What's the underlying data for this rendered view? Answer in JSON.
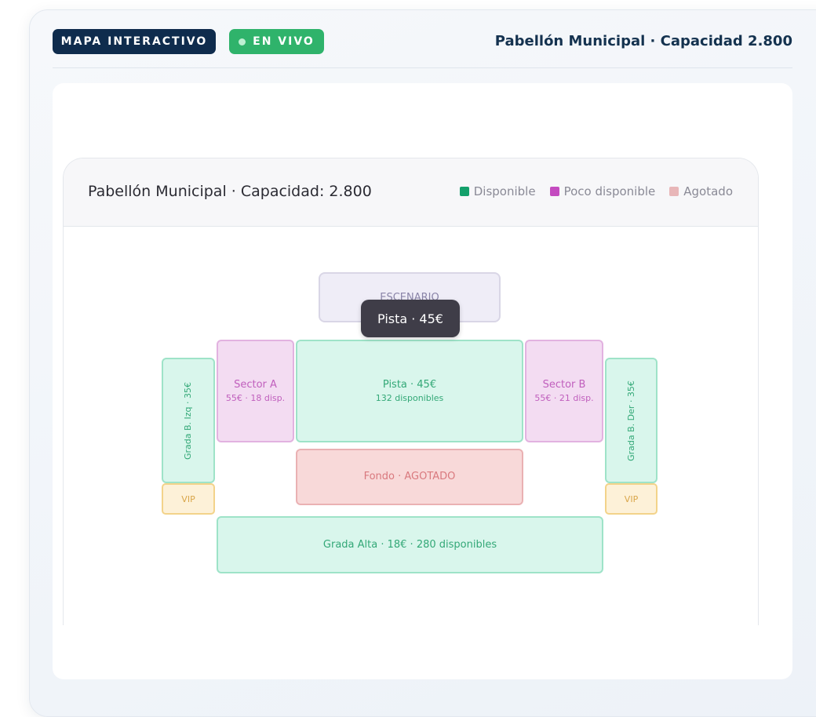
{
  "badges": {
    "map_label": "MAPA INTERACTIVO",
    "live_label": "EN VIVO"
  },
  "header": {
    "title": "Pabellón Municipal · Capacidad 2.800"
  },
  "map": {
    "title": "Pabellón Municipal · Capacidad: 2.800",
    "legend": [
      {
        "label": "Disponible",
        "color": "#14a06b"
      },
      {
        "label": "Poco disponible",
        "color": "#c44bc0"
      },
      {
        "label": "Agotado",
        "color": "#e8b6b8"
      }
    ],
    "zones": {
      "stage": "ESCENARIO",
      "sector_a": {
        "name": "Sector A",
        "detail": "55€ · 18 disp."
      },
      "pista": {
        "name": "Pista · 45€",
        "detail": "132 disponibles"
      },
      "sector_b": {
        "name": "Sector B",
        "detail": "55€ · 21 disp."
      },
      "grada_izq": "Grada B. Izq · 35€",
      "grada_der": "Grada B. Der · 35€",
      "vip_left": "VIP",
      "vip_right": "VIP",
      "fondo": "Fondo · AGOTADO",
      "grada_alta": "Grada Alta · 18€ · 280 disponibles"
    },
    "tooltip": "Pista · 45€"
  },
  "colors": {
    "badge_dark": "#0f2c4d",
    "badge_live": "#2fb36b",
    "available": "#14a06b",
    "limited": "#c44bc0",
    "sold_out": "#e8b6b8"
  }
}
